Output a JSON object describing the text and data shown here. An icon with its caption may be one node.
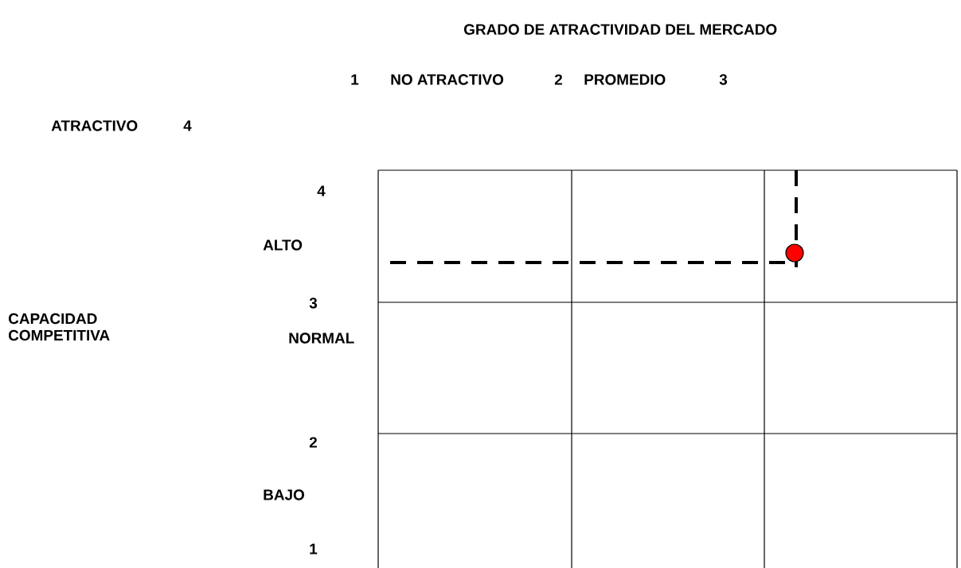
{
  "diagram": {
    "title": "GRADO DE ATRACTIVIDAD DEL MERCADO",
    "labels": [
      "1",
      "NO ATRACTIVO",
      "2",
      "PROMEDIO",
      "3",
      "ATRACTIVO",
      "4",
      "4",
      "ALTO",
      "3",
      "CAPACIDAD COMPETITIVA",
      "NORMAL",
      "2",
      "BAJO",
      "1"
    ]
  }
}
